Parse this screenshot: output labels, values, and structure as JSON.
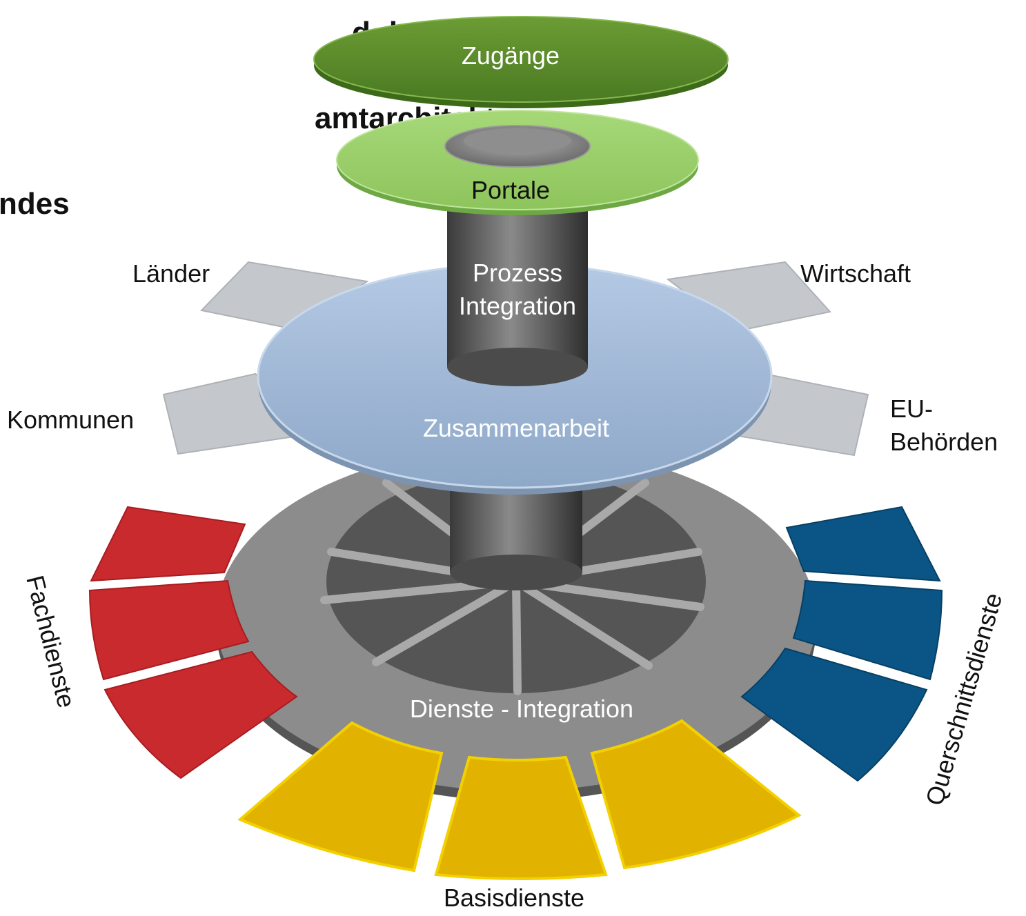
{
  "title_lines": [
    "d der",
    "amtarchitektur",
    "ndes"
  ],
  "layers": {
    "zugaenge": "Zugänge",
    "portale": "Portale",
    "prozess_line1": "Prozess",
    "prozess_line2": "Integration",
    "zusammenarbeit": "Zusammenarbeit",
    "dienste_integration": "Dienste - Integration"
  },
  "partners": {
    "laender": "Länder",
    "wirtschaft": "Wirtschaft",
    "kommunen": "Kommunen",
    "eu_line1": "EU-",
    "eu_line2": "Behörden"
  },
  "service_groups": {
    "fachdienste": "Fachdienste",
    "basisdienste": "Basisdienste",
    "querschnittsdienste": "Querschnittsdienste"
  },
  "colors": {
    "zugaenge": "#5a8a2a",
    "portale": "#9acd66",
    "zusammenarbeit": "#9fb8d8",
    "partner_tabs": "#c4c8cc",
    "ring": "#8c8c8c",
    "pillar": "#5e5e5e",
    "fachdienste": "#c82a2e",
    "basisdienste": "#e2b200",
    "querschnittsdienste": "#0a5585"
  }
}
